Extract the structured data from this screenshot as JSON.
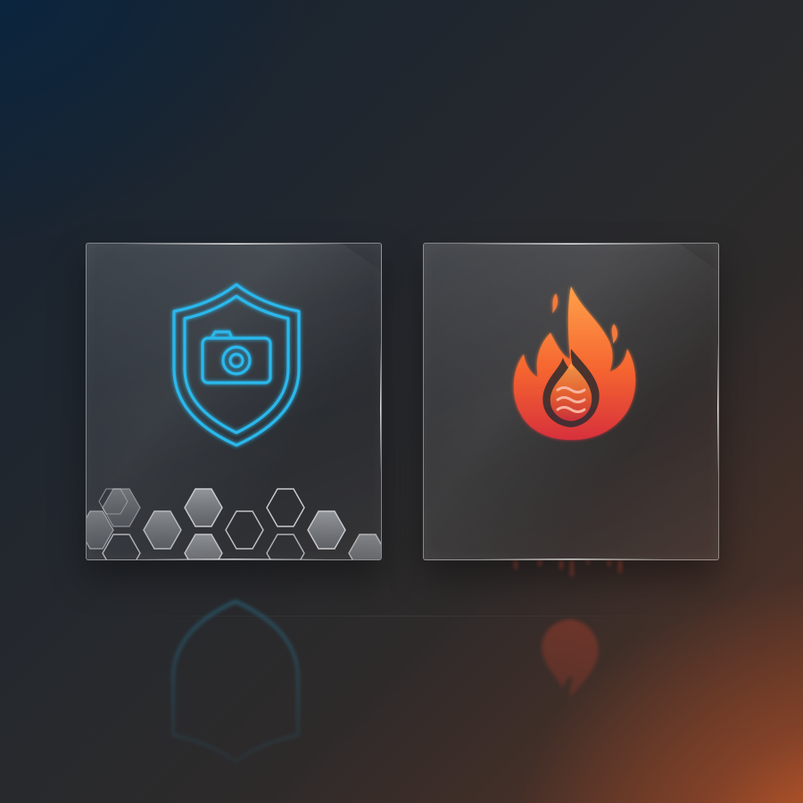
{
  "scene": {
    "background_colors": {
      "top_left": "#0b2a44",
      "center": "#26292e",
      "bottom_right": "#d6602a"
    }
  },
  "cards": [
    {
      "id": "privacy-card",
      "icons": [
        "shield-icon",
        "camera-icon",
        "hexagon-pattern"
      ],
      "accent_color": "#2ab8ec"
    },
    {
      "id": "fire-audio-card",
      "icons": [
        "flame-icon",
        "heat-waves-icon",
        "audio-waveform-icon"
      ],
      "accent_color": "#f2552e"
    }
  ]
}
